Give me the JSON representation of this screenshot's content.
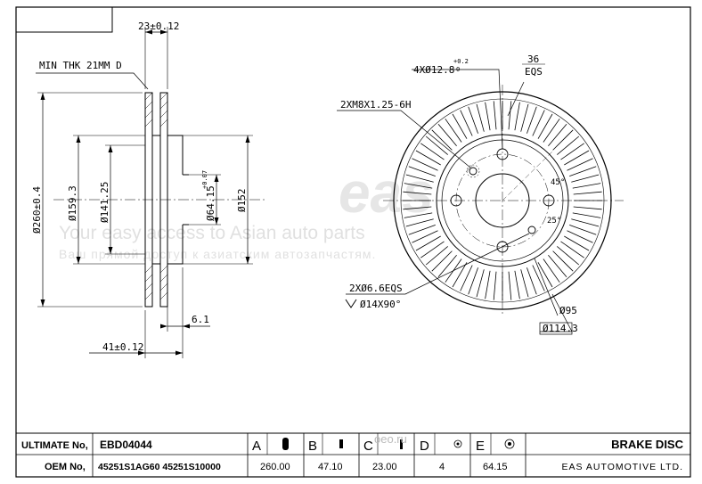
{
  "watermark": {
    "line1": "Your easy access to Asian auto parts",
    "line2": "Ваш прямой доступ к азиатским автозапчастям.",
    "site": "oeo.ru"
  },
  "side_view": {
    "min_thk": "MIN THK 21MM D",
    "dim_width": "23±0.12",
    "dim_260": "Ø260±0.4",
    "dim_1593": "Ø159.3",
    "dim_14125": "Ø141.25",
    "dim_6415": "Ø64.15",
    "dim_6415_tol": "+0.07",
    "dim_6415_tol2": "0",
    "dim_152": "Ø152",
    "dim_61": "6.1",
    "dim_41": "41±0.12"
  },
  "front_view": {
    "holes_4x": "4XØ12.8",
    "holes_4x_tol": "+0.2",
    "holes_4x_tol2": "0",
    "eqs_36": "36",
    "eqs_label": "EQS",
    "thread": "2XM8X1.25-6H",
    "holes_2x": "2XØ6.6EQS",
    "countersink": "Ø14X90°",
    "dim_95": "Ø95",
    "dim_1143": "Ø114.3",
    "angle_45": "45°",
    "angle_25": "25°"
  },
  "title_block": {
    "ultimate_label": "ULTIMATE No,",
    "ultimate_value": "EBD04044",
    "oem_label": "OEM No,",
    "oem_value": "45251S1AG60  45251S10000",
    "columns": [
      {
        "letter": "A",
        "value": "260.00"
      },
      {
        "letter": "B",
        "value": "47.10"
      },
      {
        "letter": "C",
        "value": "23.00"
      },
      {
        "letter": "D",
        "value": "4"
      },
      {
        "letter": "E",
        "value": "64.15"
      }
    ],
    "part_name": "BRAKE DISC",
    "company": "EAS AUTOMOTIVE LTD."
  }
}
